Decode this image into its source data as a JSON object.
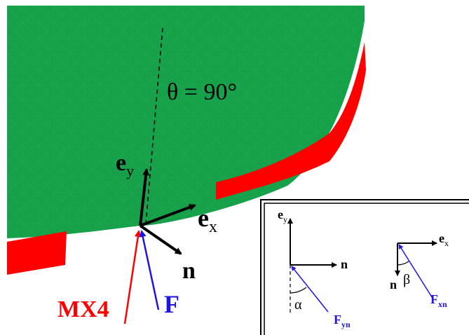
{
  "labels": {
    "theta": "θ = 90°",
    "ey": "e",
    "ey_sub": "y",
    "ex": "e",
    "ex_sub": "x",
    "n": "n",
    "F": "F",
    "MX4": "MX4"
  },
  "inset": {
    "ey": "e",
    "ey_sub": "y",
    "n_left": "n",
    "alpha": "α",
    "Fyn": "F",
    "Fyn_sub": "yn",
    "ex": "e",
    "ex_sub": "x",
    "n_right": "n",
    "beta": "β",
    "Fxn": "F",
    "Fxn_sub": "xn"
  },
  "colors": {
    "surface": "#16a04a",
    "band": "#ff0000",
    "force_blue": "#1e14e6",
    "force_red": "#ff0000",
    "ink": "#000000"
  }
}
